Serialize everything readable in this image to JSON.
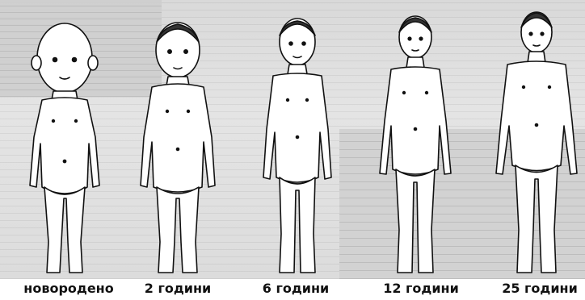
{
  "figures": [
    {
      "label": "новородено"
    },
    {
      "label": "2 години"
    },
    {
      "label": "6 години"
    },
    {
      "label": "12 години"
    },
    {
      "label": "25 години"
    }
  ],
  "colors": {
    "ink": "#111111",
    "skin": "#ffffff",
    "background_scan": "#dcdcdc"
  }
}
